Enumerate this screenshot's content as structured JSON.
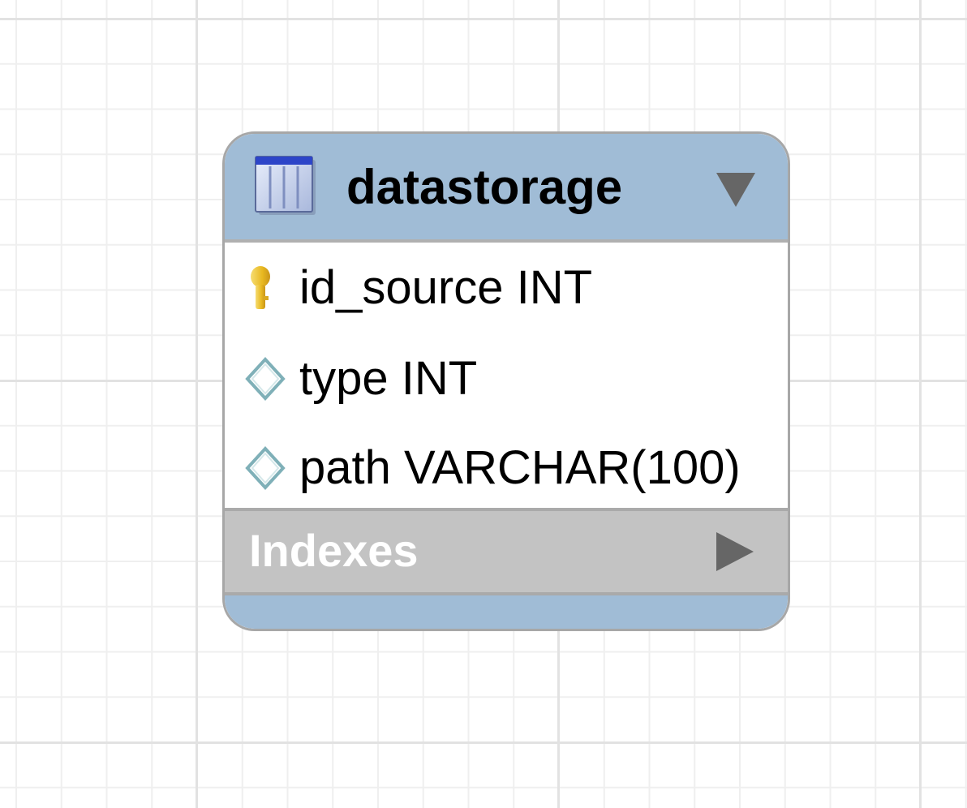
{
  "canvas": {
    "grid": true,
    "background_color": "#ffffff",
    "grid_color": "#e2e2e2"
  },
  "entity": {
    "title": "datastorage",
    "header_color": "#a0bcd6",
    "icon": "table-icon",
    "collapse_icon": "triangle-down-icon",
    "columns": [
      {
        "label": "id_source INT",
        "icon": "primary-key-icon"
      },
      {
        "label": "type INT",
        "icon": "column-diamond-icon"
      },
      {
        "label": "path VARCHAR(100)",
        "icon": "column-diamond-icon"
      }
    ],
    "indexes": {
      "label": "Indexes",
      "icon": "triangle-right-icon",
      "background": "#c3c3c3"
    }
  }
}
